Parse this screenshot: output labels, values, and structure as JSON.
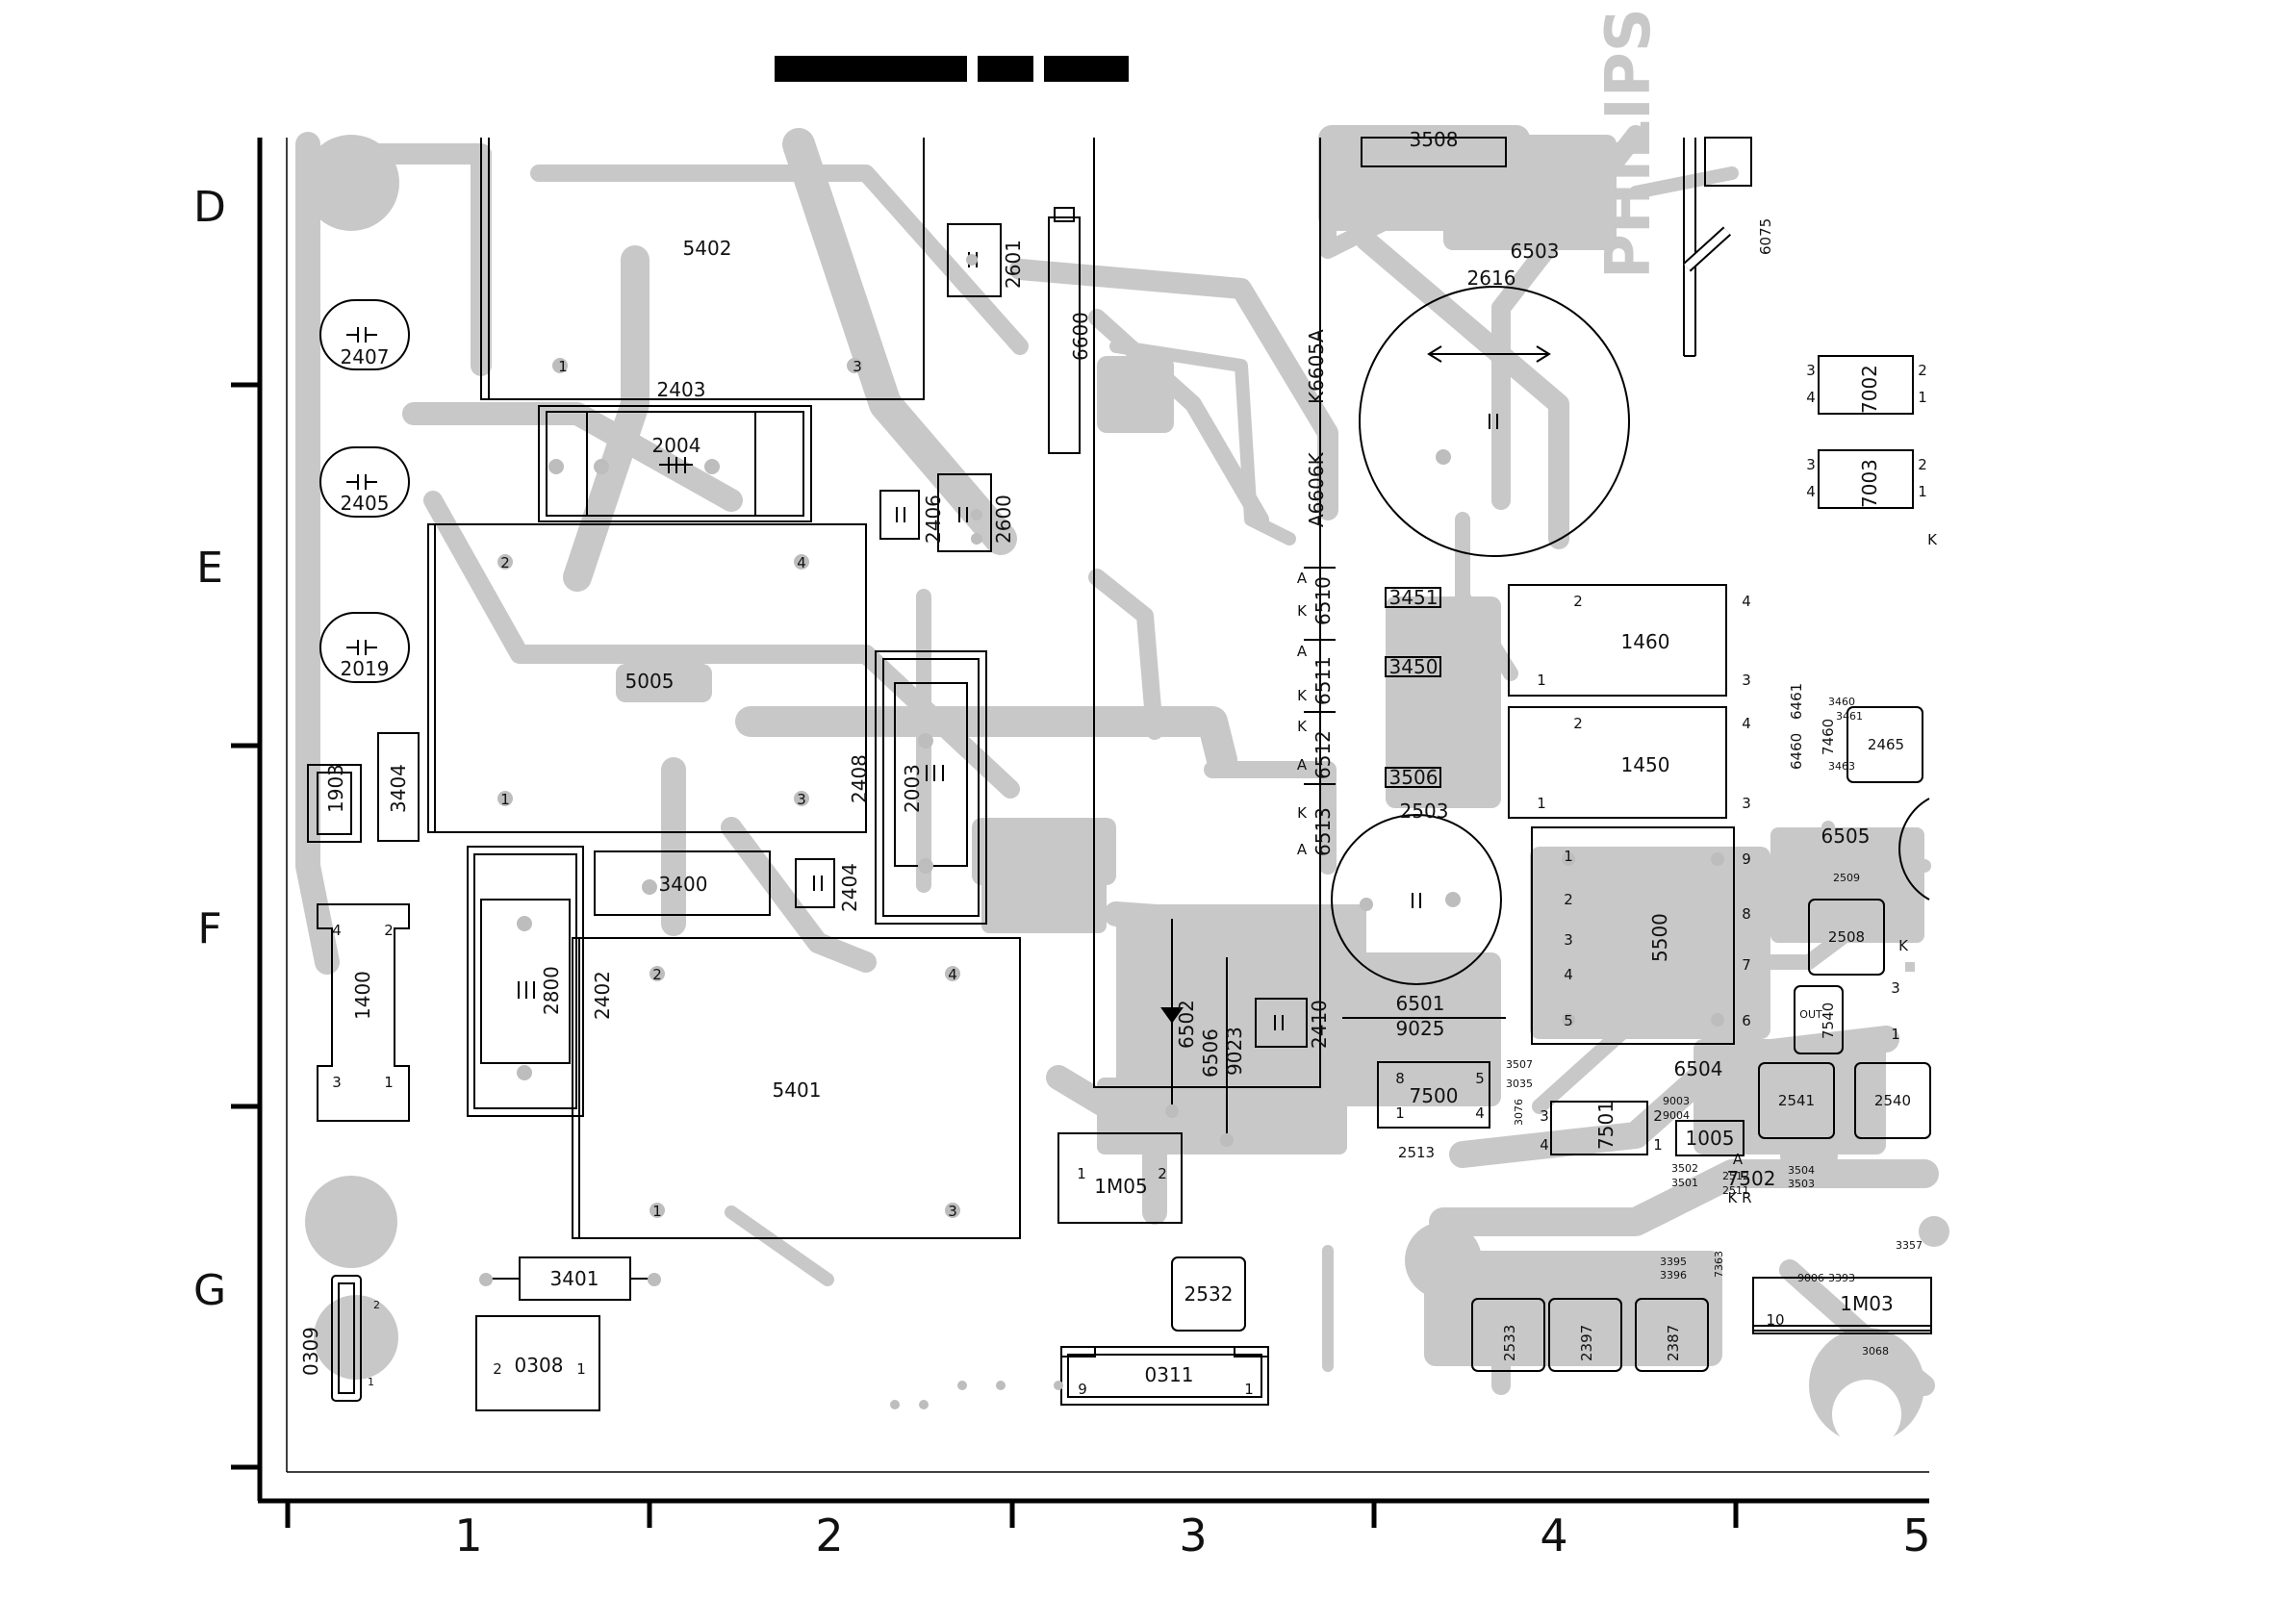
{
  "rows": [
    "D",
    "E",
    "F",
    "G"
  ],
  "columns": [
    "1",
    "2",
    "3",
    "4",
    "5"
  ],
  "logo": "PHILIPS",
  "components": {
    "c5402": "5402",
    "c2407": "2407",
    "c2403": "2403",
    "c2004": "2004",
    "c2405": "2405",
    "c5005": "5005",
    "c2019": "2019",
    "c1903": "1903",
    "c3404": "3404",
    "c2408": "2408",
    "c2003": "2003",
    "c3400": "3400",
    "c2404": "2404",
    "c1400": "1400",
    "c2800": "2800",
    "c2402": "2402",
    "c5401": "5401",
    "c3401": "3401",
    "c0309": "0309",
    "c0308": "0308",
    "c2601": "2601",
    "c6600": "6600",
    "c2406": "2406",
    "c2600": "2600",
    "c6502": "6502",
    "c6506": "6506",
    "c9023": "9023",
    "c2410": "2410",
    "c1M05": "1M05",
    "c2532": "2532",
    "c0311": "0311",
    "c3508": "3508",
    "c6503": "6503",
    "c2616": "2616",
    "c6605": "K6605A",
    "c6606": "A6606K",
    "c3451": "3451",
    "c3450": "3450",
    "c3506": "3506",
    "c6510": "6510",
    "c6511": "6511",
    "c6512": "6512",
    "c6513": "6513",
    "c2503": "2503",
    "c6501": "6501",
    "c9025": "9025",
    "c1460": "1460",
    "c1450": "1450",
    "c5500": "5500",
    "c7500": "7500",
    "c7501": "7501",
    "c6504": "6504",
    "c1005": "1005",
    "c2513": "2513",
    "c7502": "7502",
    "c2533": "2533",
    "c2397": "2397",
    "c2387": "2387",
    "c7002": "7002",
    "c7003": "7003",
    "c6461": "6461",
    "c6460": "6460",
    "c7460": "7460",
    "c2465": "2465",
    "c6505": "6505",
    "c2508": "2508",
    "c7540": "7540",
    "c2541": "2541",
    "c2540": "2540",
    "c1M03": "1M03",
    "c6075": "6075",
    "c3507": "3507",
    "c3035": "3035",
    "c3076": "3076",
    "c9003": "9003",
    "c9004": "9004",
    "c3502": "3502",
    "c3501": "3501",
    "c2512": "2512",
    "c2511": "2511",
    "c3504": "3504",
    "c3503": "3503",
    "c3460": "3460",
    "c3461": "3461",
    "c3463": "3463",
    "c2509": "2509",
    "c3357": "3357",
    "c3395": "3395",
    "c3396": "3396",
    "c3393": "3393",
    "c9006": "9006",
    "c3068": "3068",
    "c7363": "7363"
  },
  "pins": {
    "p1": "1",
    "p2": "2",
    "p3": "3",
    "p4": "4",
    "p5": "5",
    "p6": "6",
    "p7": "7",
    "p8": "8",
    "p9": "9",
    "p10": "10"
  },
  "marks": {
    "k": "K",
    "a": "A",
    "r": "R",
    "kr": "K R",
    "out": "OUT"
  }
}
